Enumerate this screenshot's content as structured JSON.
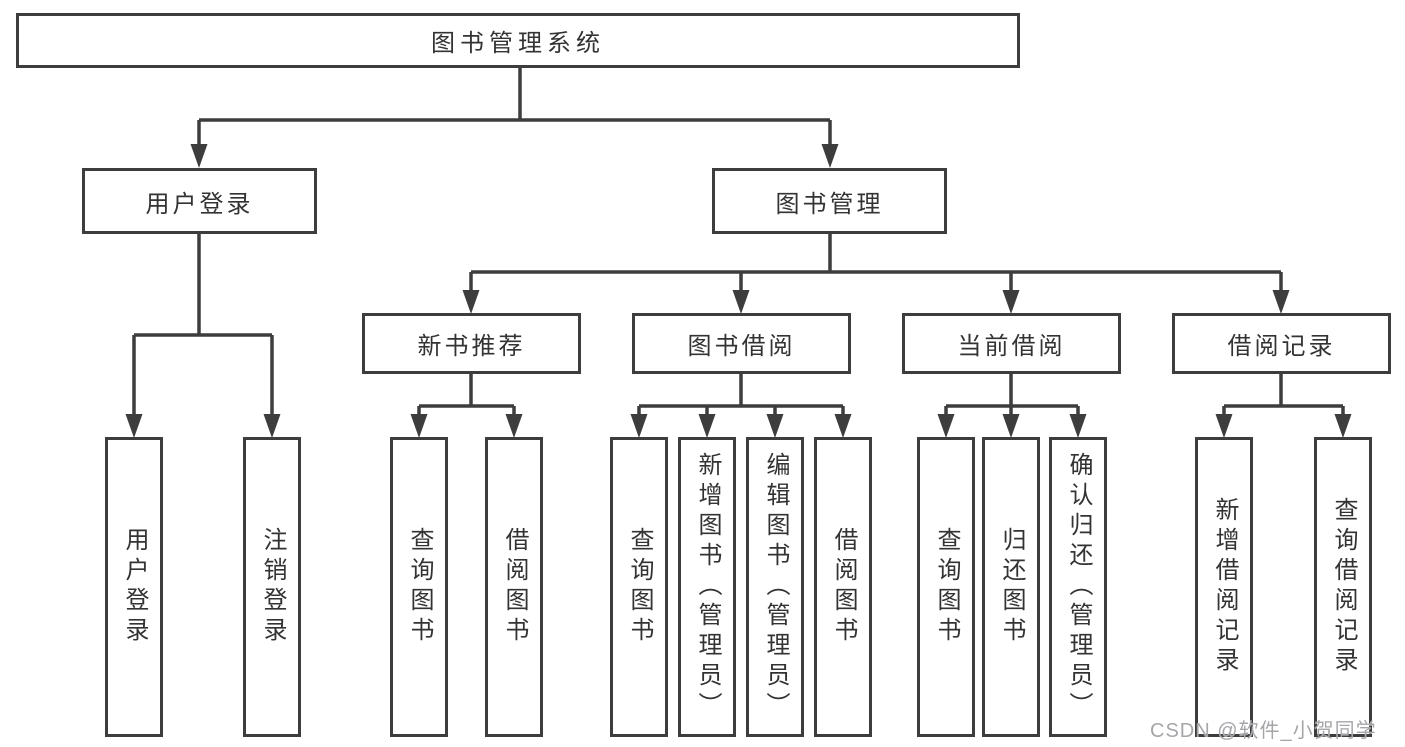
{
  "diagram": {
    "title": "图书管理系统",
    "tree": {
      "root": {
        "label": "图书管理系统"
      },
      "children": [
        {
          "label": "用户登录",
          "children": [
            {
              "label": "用户登录"
            },
            {
              "label": "注销登录"
            }
          ]
        },
        {
          "label": "图书管理",
          "children": [
            {
              "label": "新书推荐",
              "children": [
                {
                  "label": "查询图书"
                },
                {
                  "label": "借阅图书"
                }
              ]
            },
            {
              "label": "图书借阅",
              "children": [
                {
                  "label": "查询图书"
                },
                {
                  "label": "新增图书（管理员）"
                },
                {
                  "label": "编辑图书（管理员）"
                },
                {
                  "label": "借阅图书"
                }
              ]
            },
            {
              "label": "当前借阅",
              "children": [
                {
                  "label": "查询图书"
                },
                {
                  "label": "归还图书"
                },
                {
                  "label": "确认归还（管理员）"
                }
              ]
            },
            {
              "label": "借阅记录",
              "children": [
                {
                  "label": "新增借阅记录"
                },
                {
                  "label": "查询借阅记录"
                }
              ]
            }
          ]
        }
      ]
    },
    "colors": {
      "line": "#3d3d3d",
      "text": "#333333",
      "watermark": "#a6a6aa",
      "background": "#ffffff"
    },
    "watermark": "CSDN @软件_小贺同学"
  }
}
